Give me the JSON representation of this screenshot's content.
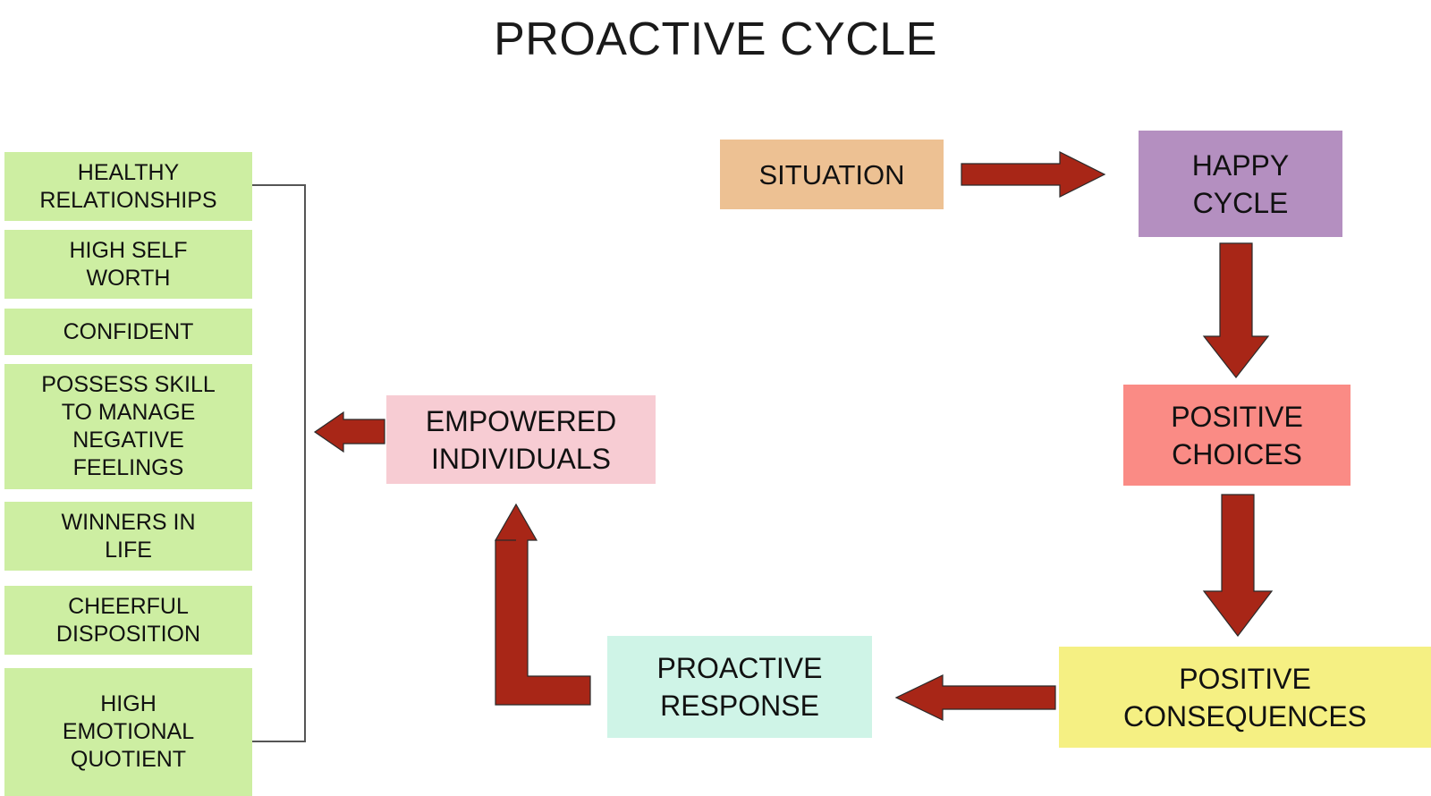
{
  "diagram": {
    "title": "PROACTIVE CYCLE",
    "accent_arrow_color": "#A82617",
    "traits": [
      {
        "label": "HEALTHY\nRELATIONSHIPS",
        "color": "#CDEEA2"
      },
      {
        "label": "HIGH SELF\nWORTH",
        "color": "#CDEEA2"
      },
      {
        "label": "CONFIDENT",
        "color": "#CDEEA2"
      },
      {
        "label": "POSSESS SKILL\nTO MANAGE\nNEGATIVE\nFEELINGS",
        "color": "#CDEEA2"
      },
      {
        "label": "WINNERS IN\nLIFE",
        "color": "#CDEEA2"
      },
      {
        "label": "CHEERFUL\nDISPOSITION",
        "color": "#CDEEA2"
      },
      {
        "label": "HIGH\nEMOTIONAL\nQUOTIENT",
        "color": "#CDEEA2"
      }
    ],
    "cycle": {
      "situation": {
        "label": "SITUATION",
        "color": "#EDC193"
      },
      "happy_cycle": {
        "label": "HAPPY\nCYCLE",
        "color": "#B48FC0"
      },
      "positive_choices": {
        "label": "POSITIVE\nCHOICES",
        "color": "#FA8B85"
      },
      "positive_consequences": {
        "label": "POSITIVE\nCONSEQUENCES",
        "color": "#F5F083"
      },
      "proactive_response": {
        "label": "PROACTIVE\nRESPONSE",
        "color": "#CFF4E7"
      },
      "empowered_individuals": {
        "label": "EMPOWERED\nINDIVIDUALS",
        "color": "#F7CCD3"
      }
    },
    "arrows": [
      {
        "name": "situation-to-happy-cycle",
        "direction": "right"
      },
      {
        "name": "happy-cycle-to-positive-choices",
        "direction": "down"
      },
      {
        "name": "positive-choices-to-positive-consequences",
        "direction": "down"
      },
      {
        "name": "positive-consequences-to-proactive-response",
        "direction": "left"
      },
      {
        "name": "proactive-response-to-empowered-individuals",
        "direction": "up-elbow"
      },
      {
        "name": "empowered-individuals-to-traits",
        "direction": "left"
      }
    ]
  }
}
